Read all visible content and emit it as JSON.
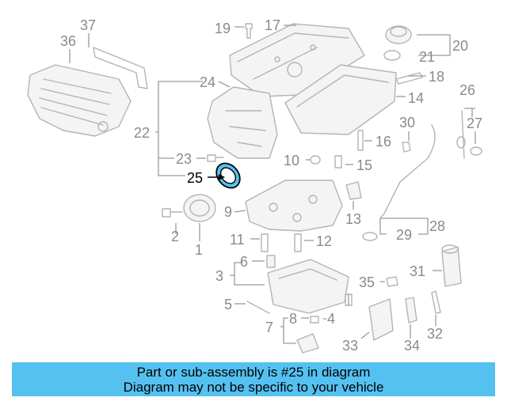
{
  "diagram": {
    "highlight_color": "#55c1f1",
    "highlighted_label": "25",
    "labels": {
      "n1": "1",
      "n2": "2",
      "n3": "3",
      "n4": "4",
      "n5": "5",
      "n6": "6",
      "n7": "7",
      "n8": "8",
      "n9": "9",
      "n10": "10",
      "n11": "11",
      "n12": "12",
      "n13": "13",
      "n14": "14",
      "n15": "15",
      "n16": "16",
      "n17": "17",
      "n18": "18",
      "n19": "19",
      "n20": "20",
      "n21": "21",
      "n22": "22",
      "n23": "23",
      "n24": "24",
      "n25": "25",
      "n26": "26",
      "n27": "27",
      "n28": "28",
      "n29": "29",
      "n30": "30",
      "n31": "31",
      "n32": "32",
      "n33": "33",
      "n34": "34",
      "n35": "35",
      "n36": "36",
      "n37": "37"
    }
  },
  "banner": {
    "line1": "Part or sub-assembly is #25 in diagram",
    "line2": "Diagram may not be specific to your vehicle",
    "background": "#55c1f1"
  }
}
